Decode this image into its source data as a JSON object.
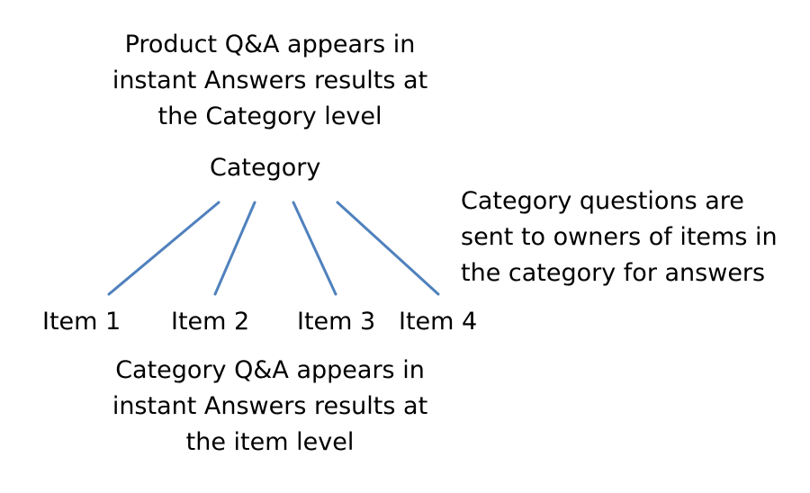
{
  "colors": {
    "background": "#ffffff",
    "text": "#000000",
    "connector": "#4f81bd"
  },
  "top_note": {
    "lines": [
      "Product Q&A appears in",
      "instant Answers results at",
      "the Category level"
    ]
  },
  "root": {
    "label": "Category"
  },
  "items": [
    {
      "label": "Item 1"
    },
    {
      "label": "Item 2"
    },
    {
      "label": "Item 3"
    },
    {
      "label": "Item 4"
    }
  ],
  "right_note": {
    "lines": [
      "Category questions are",
      "sent to owners of items in",
      "the category for answers"
    ]
  },
  "bottom_note": {
    "lines": [
      "Category Q&A appears in",
      "instant Answers results at",
      "the item level"
    ]
  }
}
